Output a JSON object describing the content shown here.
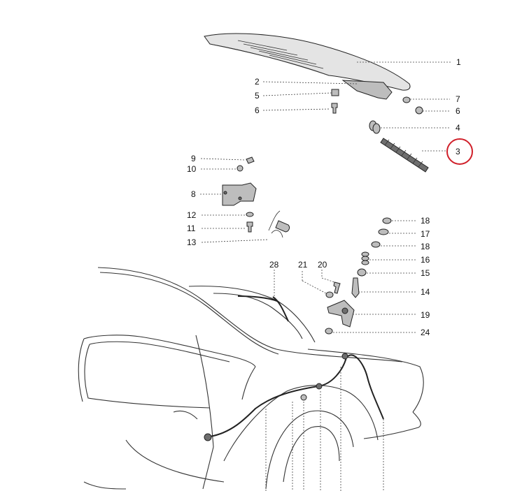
{
  "callouts": [
    {
      "id": "c1",
      "number": "1"
    },
    {
      "id": "c2",
      "number": "2"
    },
    {
      "id": "c5",
      "number": "5"
    },
    {
      "id": "c6a",
      "number": "6"
    },
    {
      "id": "c7",
      "number": "7"
    },
    {
      "id": "c6b",
      "number": "6"
    },
    {
      "id": "c4",
      "number": "4"
    },
    {
      "id": "c3",
      "number": "3",
      "highlighted": true
    },
    {
      "id": "c9",
      "number": "9"
    },
    {
      "id": "c10",
      "number": "10"
    },
    {
      "id": "c8",
      "number": "8"
    },
    {
      "id": "c12",
      "number": "12"
    },
    {
      "id": "c11",
      "number": "11"
    },
    {
      "id": "c13",
      "number": "13"
    },
    {
      "id": "c18a",
      "number": "18"
    },
    {
      "id": "c17",
      "number": "17"
    },
    {
      "id": "c18b",
      "number": "18"
    },
    {
      "id": "c16",
      "number": "16"
    },
    {
      "id": "c15",
      "number": "15"
    },
    {
      "id": "c14",
      "number": "14"
    },
    {
      "id": "c19",
      "number": "19"
    },
    {
      "id": "c24",
      "number": "24"
    },
    {
      "id": "c28",
      "number": "28"
    },
    {
      "id": "c21",
      "number": "21"
    },
    {
      "id": "c20",
      "number": "20"
    }
  ],
  "highlight_color": "#d0202a"
}
